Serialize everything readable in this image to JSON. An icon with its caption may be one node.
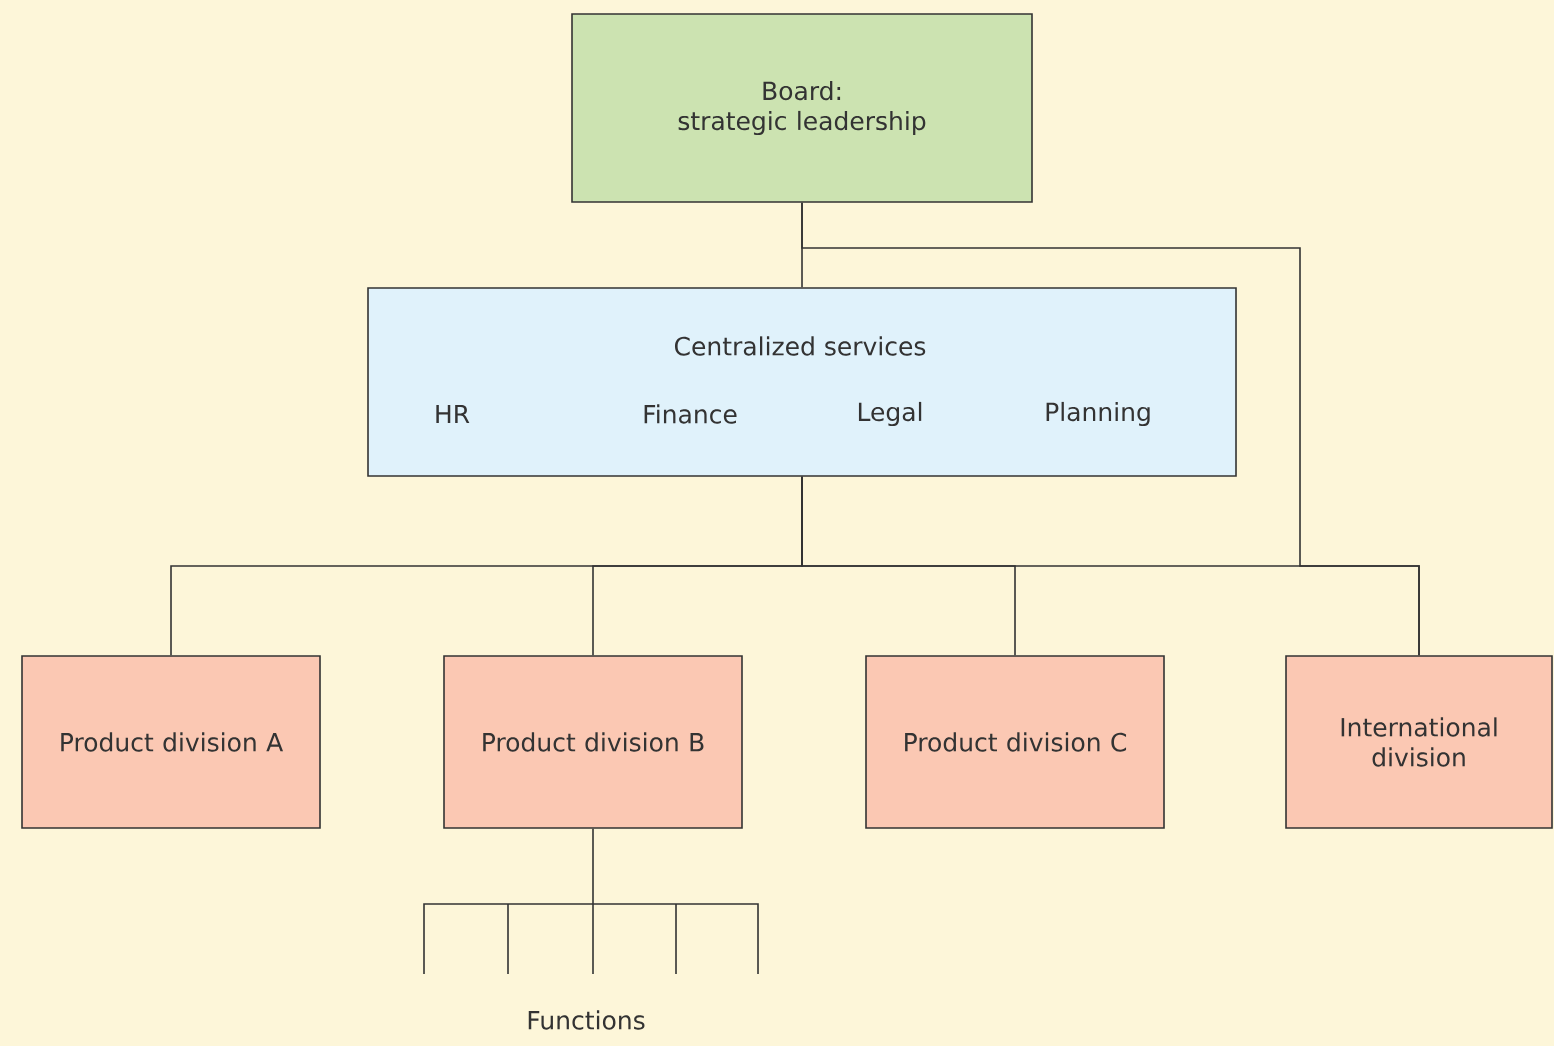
{
  "diagram": {
    "nodes": [
      {
        "text": [
          "Board:",
          "strategic leadership"
        ]
      },
      {
        "text": [
          "Centralized services",
          "HR",
          "Finance",
          "Legal",
          "Planning"
        ]
      },
      {
        "text": [
          "Product division A"
        ]
      },
      {
        "text": [
          "Product division B"
        ]
      },
      {
        "text": [
          "Product division C"
        ]
      },
      {
        "text": [
          "International division"
        ]
      },
      {
        "text": [
          "Functions"
        ]
      }
    ],
    "edges": [
      {
        "from": 0,
        "to": 1,
        "arrow": "none"
      },
      {
        "from": 0,
        "to": 5,
        "arrow": "none"
      },
      {
        "from": 1,
        "to": 2,
        "arrow": "none"
      },
      {
        "from": 1,
        "to": 3,
        "arrow": "none"
      },
      {
        "from": 1,
        "to": 4,
        "arrow": "none"
      },
      {
        "from": 1,
        "to": 5,
        "arrow": "none"
      },
      {
        "from": 3,
        "to": 6,
        "arrow": "none"
      }
    ]
  }
}
